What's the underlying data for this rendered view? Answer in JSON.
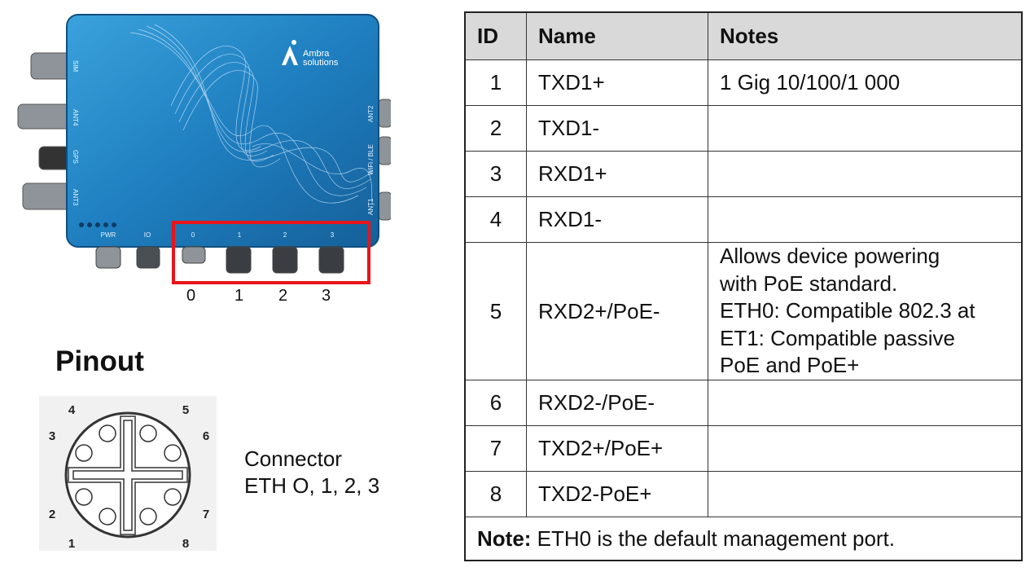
{
  "device": {
    "brand_line1": "Ambra",
    "brand_line2": "solutions",
    "left_labels": [
      "SIM",
      "ANT4",
      "GPS",
      "ANT3"
    ],
    "right_labels": [
      "ANT2",
      "WiFi / BLE",
      "ANT1"
    ],
    "bottom_labels": [
      "PWR",
      "IO",
      "0",
      "1",
      "2",
      "3"
    ],
    "highlight_color": "#e8141b",
    "body_color": "#1f7fc0"
  },
  "port_numbers": [
    "0",
    "1",
    "2",
    "3"
  ],
  "pinout": {
    "title": "Pinout",
    "pin_labels": [
      "1",
      "2",
      "3",
      "4",
      "5",
      "6",
      "7",
      "8"
    ],
    "connector_line1": "Connector",
    "connector_line2": "ETH O, 1, 2, 3"
  },
  "table": {
    "headers": {
      "id": "ID",
      "name": "Name",
      "notes": "Notes"
    },
    "rows": [
      {
        "id": "1",
        "name": "TXD1+",
        "notes": [
          "1 Gig 10/100/1 000"
        ]
      },
      {
        "id": "2",
        "name": "TXD1-",
        "notes": []
      },
      {
        "id": "3",
        "name": "RXD1+",
        "notes": []
      },
      {
        "id": "4",
        "name": "RXD1-",
        "notes": []
      },
      {
        "id": "5",
        "name": "RXD2+/PoE-",
        "notes": [
          "Allows device powering",
          "with PoE standard.",
          "ETH0: Compatible 802.3 at",
          "ET1: Compatible passive",
          "PoE and PoE+"
        ]
      },
      {
        "id": "6",
        "name": "RXD2-/PoE-",
        "notes": []
      },
      {
        "id": "7",
        "name": "TXD2+/PoE+",
        "notes": []
      },
      {
        "id": "8",
        "name": "TXD2-PoE+",
        "notes": []
      }
    ],
    "footer": {
      "label": "Note:",
      "text": " ETH0 is the default management port."
    }
  }
}
